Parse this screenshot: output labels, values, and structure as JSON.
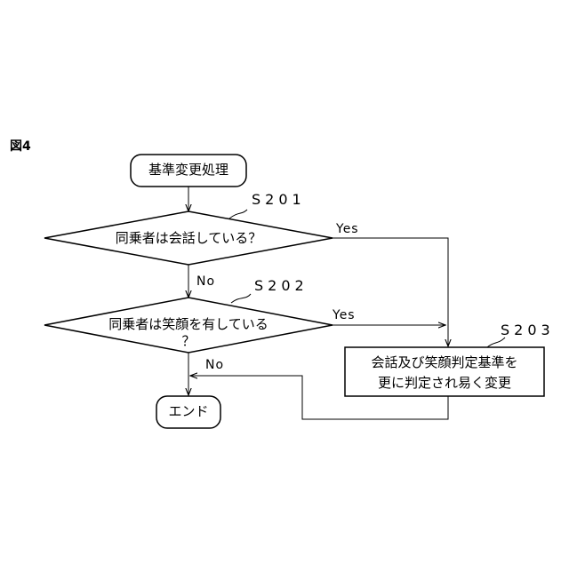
{
  "figure_label": "図4",
  "nodes": {
    "start": {
      "text": "基準変更処理"
    },
    "s201": {
      "step": "S201",
      "text": "同乗者は会話している？"
    },
    "s202": {
      "step": "S202",
      "line1": "同乗者は笑顔を有している",
      "line2": "？"
    },
    "s203": {
      "step": "S203",
      "line1": "会話及び笑顔判定基準を",
      "line2": "更に判定され易く変更"
    },
    "end": {
      "text": "エンド"
    }
  },
  "edges": {
    "s201_yes": "Yes",
    "s201_no": "No",
    "s202_yes": "Yes",
    "s202_no": "No"
  }
}
